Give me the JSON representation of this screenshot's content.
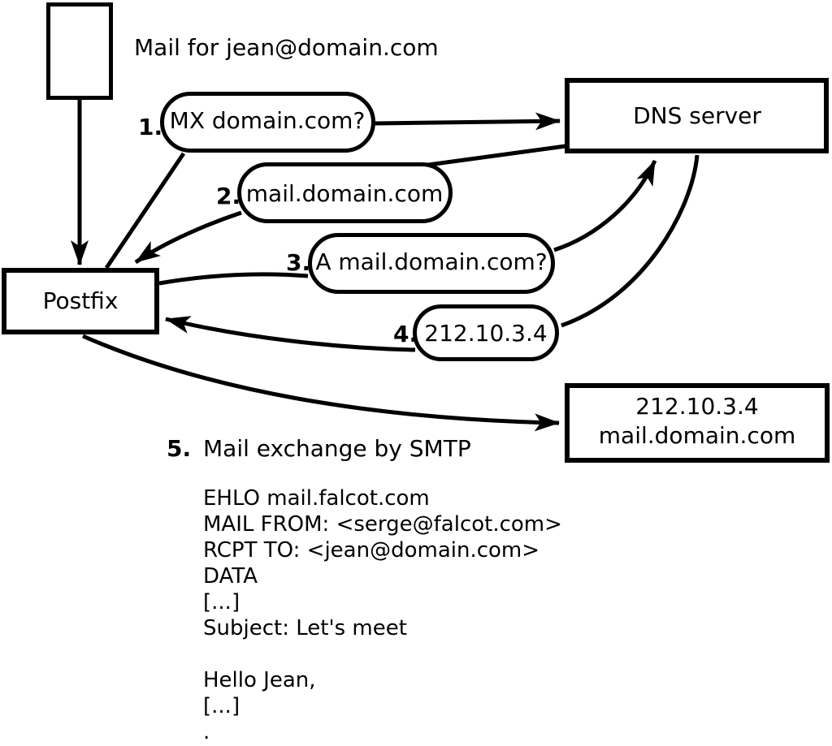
{
  "colors": {
    "background": "#ffffff",
    "stroke": "#000000"
  },
  "annotation": {
    "mail_note": "Mail for jean@domain.com"
  },
  "nodes": {
    "postfix": {
      "label": "Postfix"
    },
    "dns_server": {
      "label": "DNS server"
    },
    "mail_server": {
      "line1": "212.10.3.4",
      "line2": "mail.domain.com"
    }
  },
  "steps": [
    {
      "num": "1.",
      "label": "MX domain.com?"
    },
    {
      "num": "2.",
      "label": "mail.domain.com"
    },
    {
      "num": "3.",
      "label": "A mail.domain.com?"
    },
    {
      "num": "4.",
      "label": "212.10.3.4"
    },
    {
      "num": "5.",
      "label": "Mail exchange by SMTP"
    }
  ],
  "smtp_session": {
    "lines": [
      "EHLO mail.falcot.com",
      "MAIL FROM: <serge@falcot.com>",
      "RCPT TO: <jean@domain.com>",
      "DATA",
      "[...]",
      "Subject: Let's meet",
      "",
      "Hello Jean,",
      "[...]",
      "."
    ]
  }
}
